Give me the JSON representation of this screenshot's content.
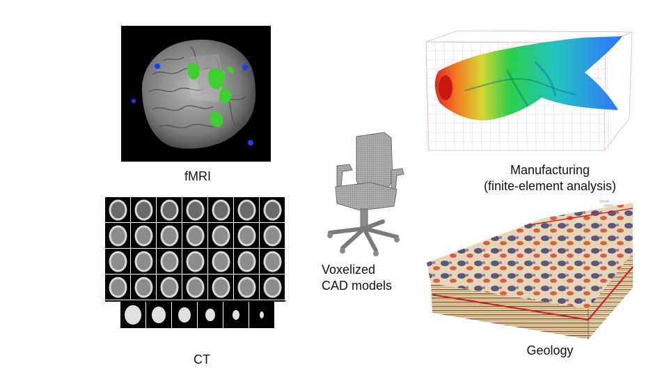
{
  "captions": {
    "fmri": "fMRI",
    "ct": "CT",
    "cad_line1": "Voxelized",
    "cad_line2": "CAD models",
    "manufacturing_line1": "Manufacturing",
    "manufacturing_line2": "(finite-element analysis)",
    "geology": "Geology"
  },
  "images": {
    "fmri": "brain-3d-render",
    "ct": "ct-slice-grid",
    "cad": "voxelized-office-chair",
    "fea": "fea-topology-optimized-part",
    "geology": "seismic-volume-cube"
  },
  "colors": {
    "background": "#ffffff",
    "fmri_activation": "#39d12a",
    "fmri_blue": "#1a3cff",
    "fea_red": "#e0201a",
    "fea_green": "#22cc44",
    "fea_blue": "#2a6cff",
    "seismic_red": "#d8401c",
    "seismic_blue": "#2a2a6a"
  }
}
